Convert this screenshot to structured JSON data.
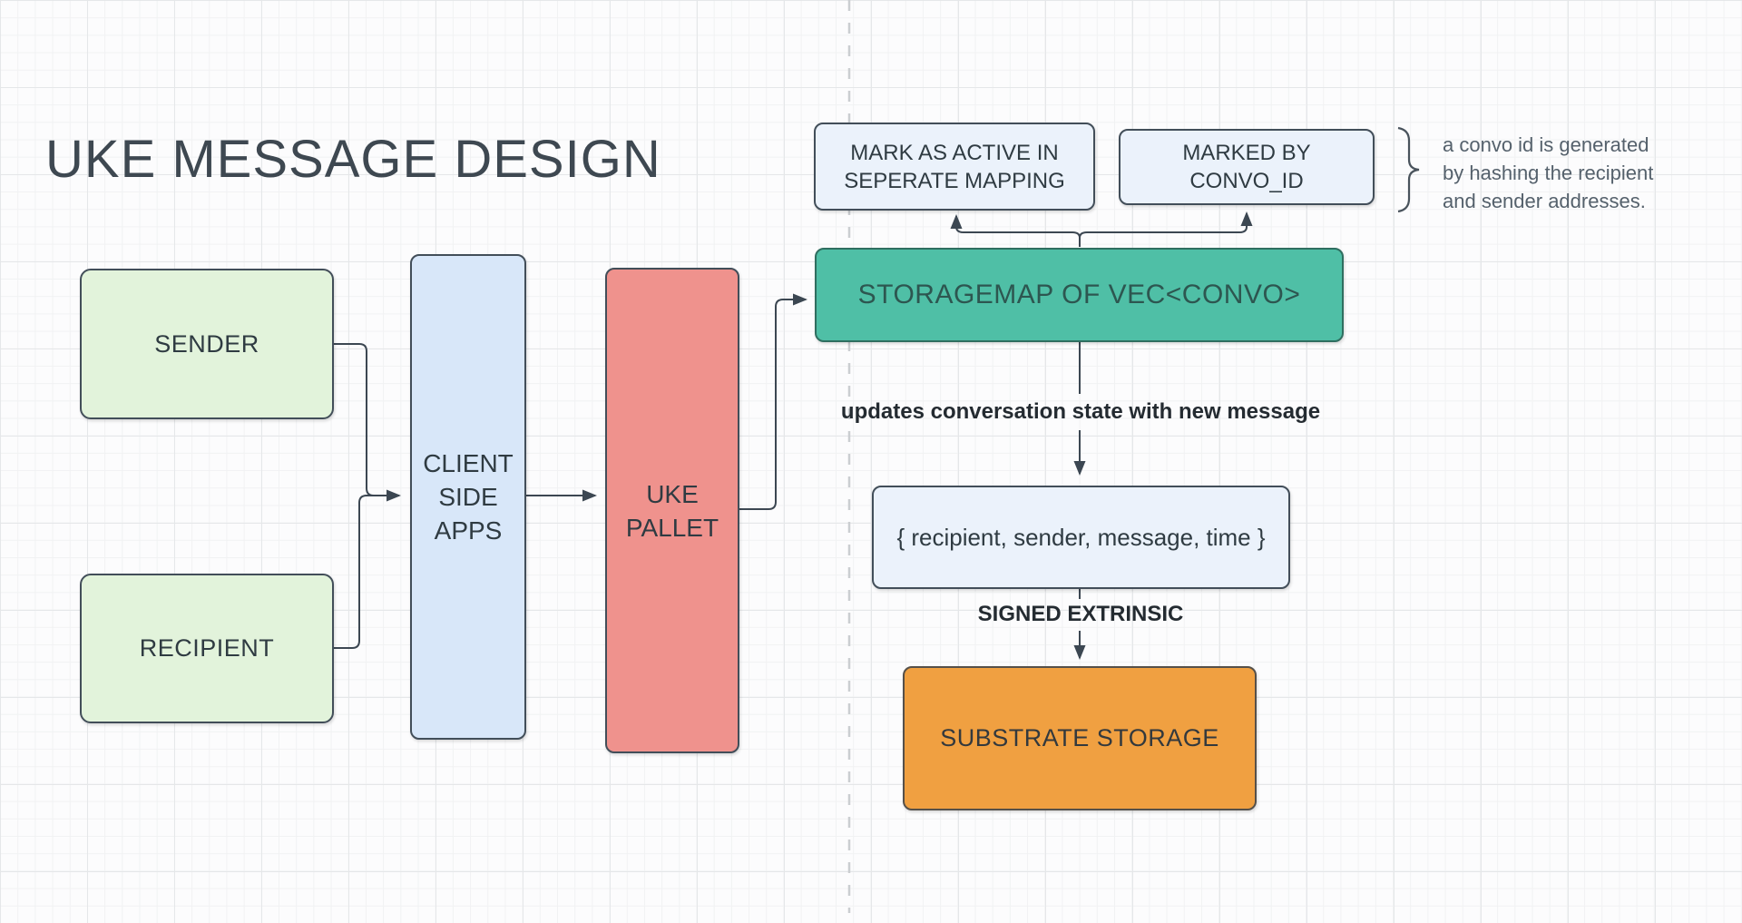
{
  "title": "UKE MESSAGE DESIGN",
  "nodes": {
    "sender": {
      "label": "SENDER"
    },
    "recipient": {
      "label": "RECIPIENT"
    },
    "client": {
      "label": "CLIENT SIDE APPS"
    },
    "uke": {
      "label": "UKE PALLET"
    },
    "storagemap": {
      "label": "STORAGEMAP OF VEC<CONVO>"
    },
    "mark": {
      "label": "MARK AS ACTIVE IN SEPERATE MAPPING"
    },
    "marked": {
      "label": "MARKED BY CONVO_ID"
    },
    "payload": {
      "label": "{ recipient, sender, message, time }"
    },
    "substrate": {
      "label": "SUBSTRATE STORAGE"
    }
  },
  "edge_labels": {
    "updates": "updates conversation state with new message",
    "signed": "SIGNED EXTRINSIC"
  },
  "annotation": {
    "lines": [
      "a convo id is generated",
      "by hashing the recipient",
      "and sender addresses."
    ]
  },
  "colors": {
    "bg": "#FCFCFD",
    "grid-minor": "#F1F2F3",
    "grid-major": "#E5E7E9",
    "stroke": "#424E59",
    "green": "#E2F3DB",
    "blue": "#D8E7F9",
    "paleblue": "#EBF2FB",
    "salmon": "#EF928D",
    "teal": "#4FBFA6",
    "teal-stroke": "#2F6E60",
    "orange": "#F0A041",
    "connector": "#3C4752",
    "dashed-line": "#CBCED1"
  }
}
